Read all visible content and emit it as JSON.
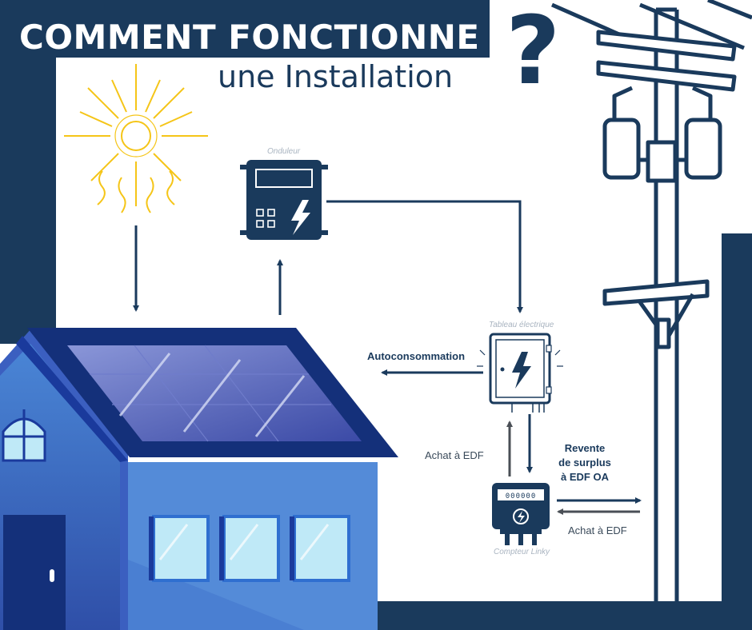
{
  "title": {
    "line1": "COMMENT FONCTIONNE",
    "line2": "une Installation",
    "qmark": "?"
  },
  "devices": {
    "inverter": {
      "label": "Onduleur",
      "icon": "lightning-icon"
    },
    "panel": {
      "label": "Tableau électrique",
      "icon": "lightning-icon"
    },
    "meter": {
      "label": "Compteur Linky",
      "digits": "000000",
      "icon": "lightning-icon"
    }
  },
  "flows": {
    "self_consumption": "Autoconsommation",
    "purchase_left": "Achat à EDF",
    "resale_lines": [
      "Revente",
      "de surplus",
      "à EDF OA"
    ],
    "purchase_right": "Achat à EDF"
  },
  "colors": {
    "navy": "#1a3a5c",
    "sun": "#f5c518",
    "house_blue": "#3b5fc0",
    "roof_dark": "#14307a",
    "panel": "#2c3f8f",
    "window": "#bfe9f7"
  }
}
